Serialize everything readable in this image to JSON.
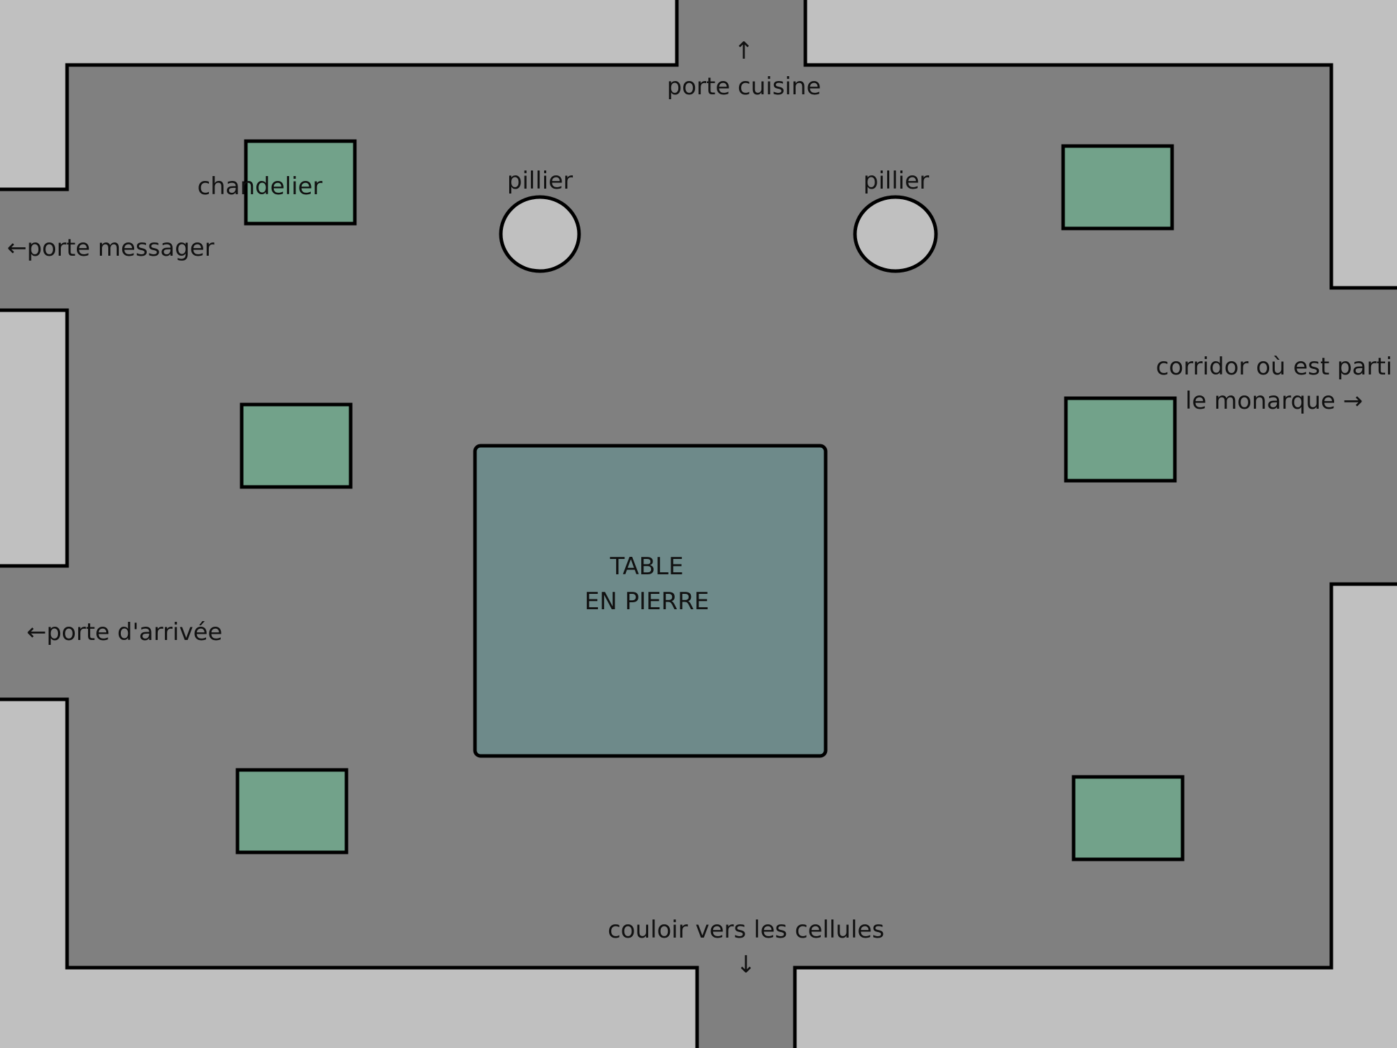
{
  "colors": {
    "background": "#c0c0c0",
    "floor": "#808080",
    "outline": "#000000",
    "table": "#6e8a8a",
    "chandelier": "#72a28a",
    "pillar": "#c0c0c0",
    "text": "#111111"
  },
  "labels": {
    "kitchen_arrow": "↑",
    "kitchen_door": "porte cuisine",
    "chandelier": "chandelier",
    "pillar_left": "pillier",
    "pillar_right": "pillier",
    "messenger_door": "←porte messager",
    "monarch_corridor_line1": "corridor où est parti",
    "monarch_corridor_line2": "le monarque →",
    "table_line1": "TABLE",
    "table_line2": "EN PIERRE",
    "arrival_door": "←porte d'arrivée",
    "cells_corridor": "couloir vers les cellules",
    "cells_arrow": "↓"
  }
}
